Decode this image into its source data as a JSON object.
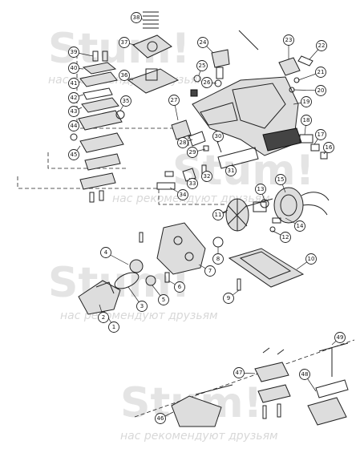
{
  "watermark": {
    "logo": "Stum!",
    "slogan": "нас рекомендуют друзьям"
  },
  "callouts": [
    "1",
    "2",
    "3",
    "4",
    "5",
    "6",
    "7",
    "8",
    "9",
    "10",
    "11",
    "12",
    "13",
    "14",
    "15",
    "16",
    "17",
    "18",
    "19",
    "20",
    "21",
    "22",
    "23",
    "24",
    "25",
    "26",
    "27",
    "28",
    "29",
    "30",
    "31",
    "32",
    "33",
    "34",
    "35",
    "36",
    "37",
    "38",
    "39",
    "40",
    "41",
    "42",
    "43",
    "44",
    "45",
    "46",
    "47",
    "48",
    "49"
  ],
  "colors": {
    "line": "#222222",
    "watermark": "#e4e4e4",
    "background": "#ffffff"
  }
}
